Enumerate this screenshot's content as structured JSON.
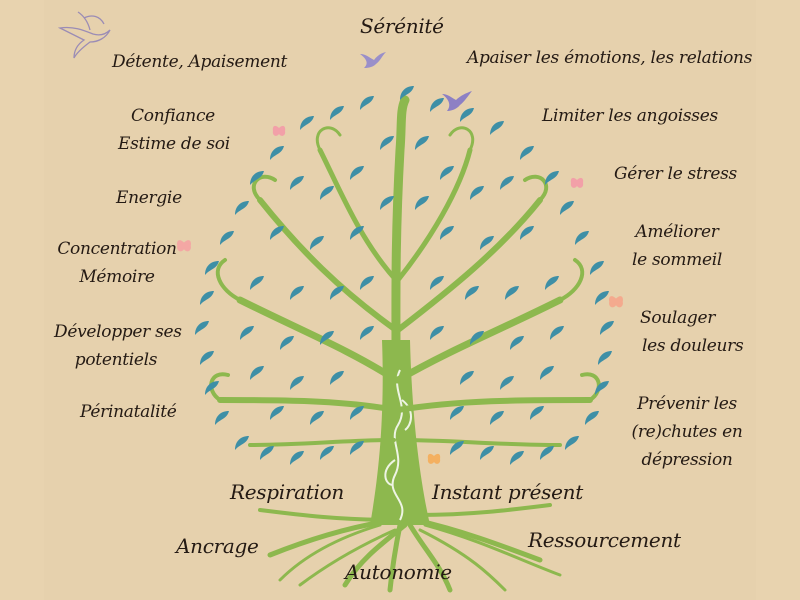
{
  "title": "Sérénité",
  "colors": {
    "background": "#E8D3AF",
    "text": "#241a14",
    "leaf_top": "#3E8FA6",
    "leaf_mid": "#5AA68E",
    "leaf_bottom": "#8DB84E",
    "bird": "#9A8FC9",
    "butterfly_pink": "#F2A0A8",
    "butterfly_orange": "#F4B060"
  },
  "left_labels": [
    {
      "line1": "Détente, Apaisement"
    },
    {
      "line1": "Confiance",
      "line2": "Estime de soi"
    },
    {
      "line1": "Energie"
    },
    {
      "line1": "Concentration",
      "line2": "Mémoire"
    },
    {
      "line1": "Développer ses",
      "line2": "potentiels"
    },
    {
      "line1": "Périnatalité"
    }
  ],
  "right_labels": [
    {
      "line1": "Apaiser les émotions, les relations"
    },
    {
      "line1": "Limiter les angoisses"
    },
    {
      "line1": "Gérer le stress"
    },
    {
      "line1": "Améliorer",
      "line2": "le sommeil"
    },
    {
      "line1": "Soulager",
      "line2": "les douleurs"
    },
    {
      "line1": "Prévenir les",
      "line2": "(re)chutes en",
      "line3": "dépression"
    }
  ],
  "bottom_labels": {
    "respiration": "Respiration",
    "instant_present": "Instant présent",
    "ancrage": "Ancrage",
    "ressourcement": "Ressourcement",
    "autonomie": "Autonomie"
  },
  "icons": {
    "swallow": "swallow-bird-outline-icon",
    "bird": "dove-icon",
    "butterfly": "butterfly-icon",
    "tree": "tree-of-life-illustration"
  }
}
